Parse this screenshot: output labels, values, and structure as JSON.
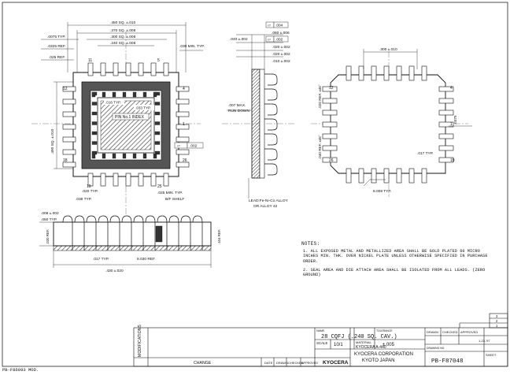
{
  "drawing": {
    "top_view": {
      "outer_dim": ".450 SQ. ±.010",
      "dim_370": ".370 SQ. ±.008",
      "dim_300": ".300 SQ. ±.006",
      "dim_240": ".240 SQ. ±.006",
      "dim_0075": ".0075 TYP.",
      "dim_0325": ".0325 REF.",
      "dim_025": ".025 REF.",
      "dim_030min": ".030 MIN. TYP.",
      "dim_490": ".490 SQ. ±.010",
      "dim_016": ".016 TYP.",
      "dim_033": ".033 TYP.",
      "pin_index": "PIN No.1 INDEX",
      "dim_020": ".020 TYP.",
      "dim_038": ".038 TYP.",
      "dim_025min": ".025 MIN. TYP.",
      "bf_shelf": "B/F SHELF",
      "flat_002": ".002",
      "pin_numbers": [
        "11",
        "5",
        "12",
        "4",
        "1",
        "18",
        "26",
        "19",
        "25"
      ]
    },
    "side_view": {
      "flat_004": ".004",
      "flat_002": ".002",
      "dim_060": ".060 ±.006",
      "dim_040": ".040 ±.002",
      "dim_020a": ".020 ±.002",
      "dim_020b": ".020 ±.002",
      "dim_010": ".010 ±.002",
      "dim_007": ".007 MAX.",
      "run_down": "RUN DOWN",
      "lead_material": "LEAD:Fe-Ni-Co ALLOY",
      "lead_material_2": "OR ALLOY 42"
    },
    "bottom_view": {
      "dim_300": ".300 ±.010",
      "dim_020ref": ".020 REF. x45°",
      "dim_040ref": ".040 REF. x45°",
      "dim_017": ".017 TYP.",
      "dim_008": "8.008 TYP.",
      "dim_0375": ".0375"
    },
    "lower_view": {
      "dim_008": ".008 ±.002",
      "dim_050": ".050 TYP.",
      "dim_017": ".017 TYP.",
      "dim_030": "8.030 REF.",
      "dim_430": ".430 ±.020",
      "dim_020ref": ".020 REF.",
      "dim_104": ".104 REF."
    }
  },
  "notes": {
    "title": "NOTES:",
    "items": [
      "1. ALL EXPOSED METAL AND METALLIZED AREA SHALL BE GOLD PLATED 60 MICRO INCHES MIN. THK. OVER NICKEL PLATE UNLESS OTHERWISE SPECIFIED IN PURCHASE ORDER.",
      "2. SEAL AREA AND DIE ATTACH AREA SHALL BE ISOLATED FROM ALL LEADS. (ZERO GROUND)"
    ]
  },
  "title_block": {
    "name_label": "NAME",
    "name": "28 CQFJ (.240 SQ. CAV.)",
    "tolerance_label": "TOLERANCE",
    "tolerance": "±.005",
    "scale_label": "SCALE",
    "scale": "10/1",
    "material_label": "MATERIAL",
    "material": "KYOCERA A-440",
    "company": "KYOCERA CORPORATION",
    "country": "KYOTO JAPAN",
    "brand": "KYOCERA",
    "drawn_label": "DRAWN",
    "checked_label": "CHECKED",
    "approved_label": "APPROVED",
    "date": "1-23-'97",
    "drawing_no_label": "DRAWING NO.",
    "drawing_no": "PB-F87048",
    "sheet_label": "SHEET",
    "modifications": "MODIFICATIONS",
    "change": "CHANGE",
    "col_date": "DATE",
    "col_drawn": "DRAWN",
    "col_checked": "CHECKED",
    "col_approved": "APPROVED",
    "rev_marks": [
      "3",
      "2",
      "1"
    ]
  },
  "footer_code": "PB-F86093 MOD."
}
